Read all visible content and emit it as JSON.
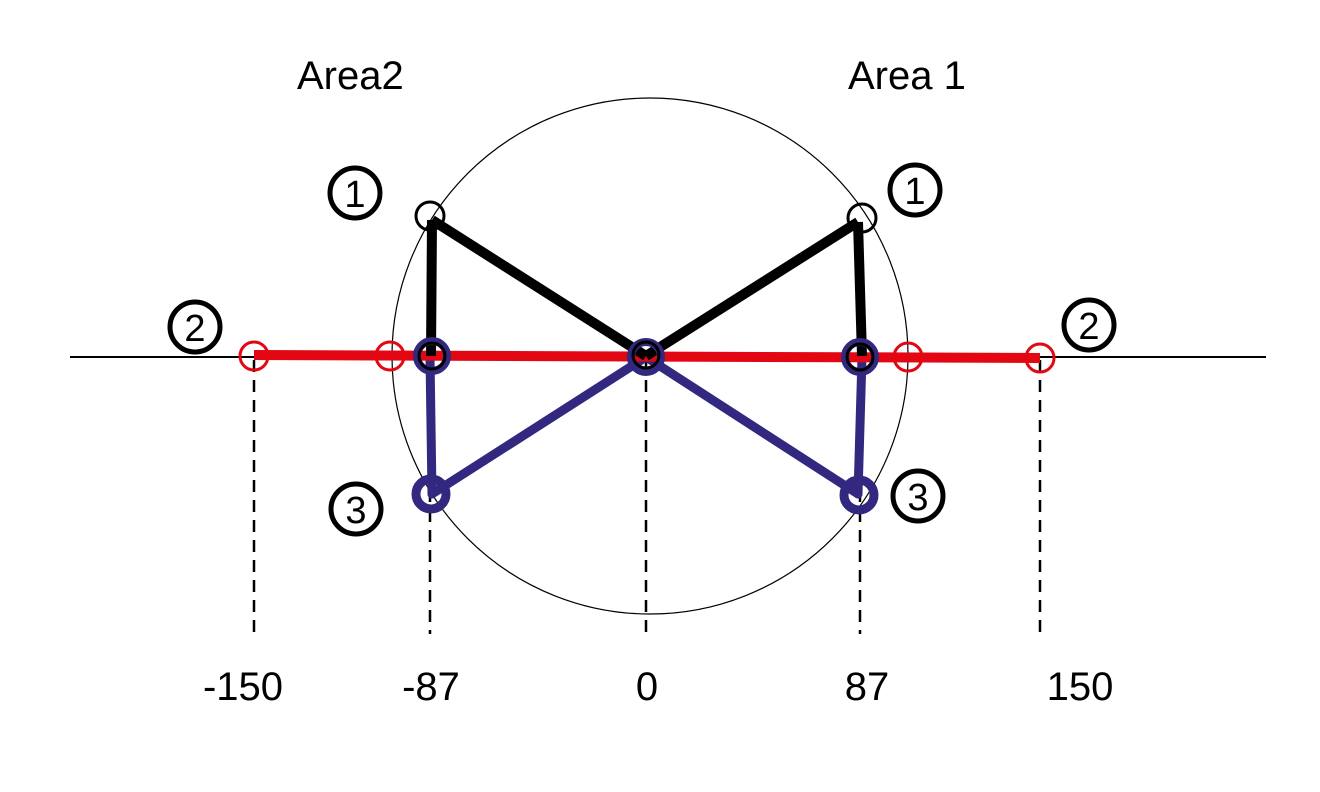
{
  "areas": {
    "left": "Area2",
    "right": "Area 1"
  },
  "markers": {
    "one": "1",
    "two": "2",
    "three": "3"
  },
  "ticks": [
    "-150",
    "-87",
    "0",
    "87",
    "150"
  ],
  "colors": {
    "black": "#000000",
    "red": "#e30613",
    "blue": "#32287f"
  }
}
